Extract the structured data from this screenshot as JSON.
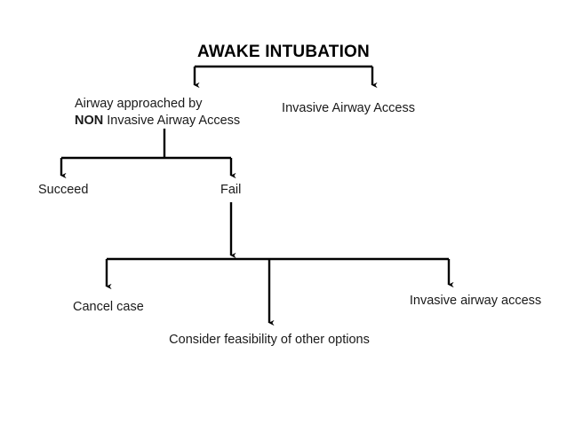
{
  "diagram": {
    "type": "flowchart",
    "title": "AWAKE INTUBATION",
    "background_color": "#ffffff",
    "line_color": "#000000",
    "text_color": "#1a1a1a",
    "nodes": {
      "root": "AWAKE INTUBATION",
      "non_invasive_line1": "Airway approached by",
      "non_invasive_bold": "NON",
      "non_invasive_line2_rest": " Invasive Airway Access",
      "invasive_top": "Invasive Airway Access",
      "succeed": "Succeed",
      "fail": "Fail",
      "cancel_case": "Cancel case",
      "consider_feasibility": "Consider feasibility of other options",
      "invasive_bottom": "Invasive airway access"
    },
    "edges": [
      {
        "from": "root",
        "to": "non_invasive",
        "kind": "bracket-arrow"
      },
      {
        "from": "root",
        "to": "invasive_top",
        "kind": "bracket-arrow"
      },
      {
        "from": "non_invasive",
        "to": "succeed",
        "kind": "bracket-arrow"
      },
      {
        "from": "non_invasive",
        "to": "fail",
        "kind": "bracket-arrow"
      },
      {
        "from": "fail",
        "to": "cancel_case",
        "kind": "bracket-arrow"
      },
      {
        "from": "fail",
        "to": "consider_feasibility",
        "kind": "bracket-arrow"
      },
      {
        "from": "fail",
        "to": "invasive_bottom",
        "kind": "bracket-arrow"
      }
    ]
  }
}
